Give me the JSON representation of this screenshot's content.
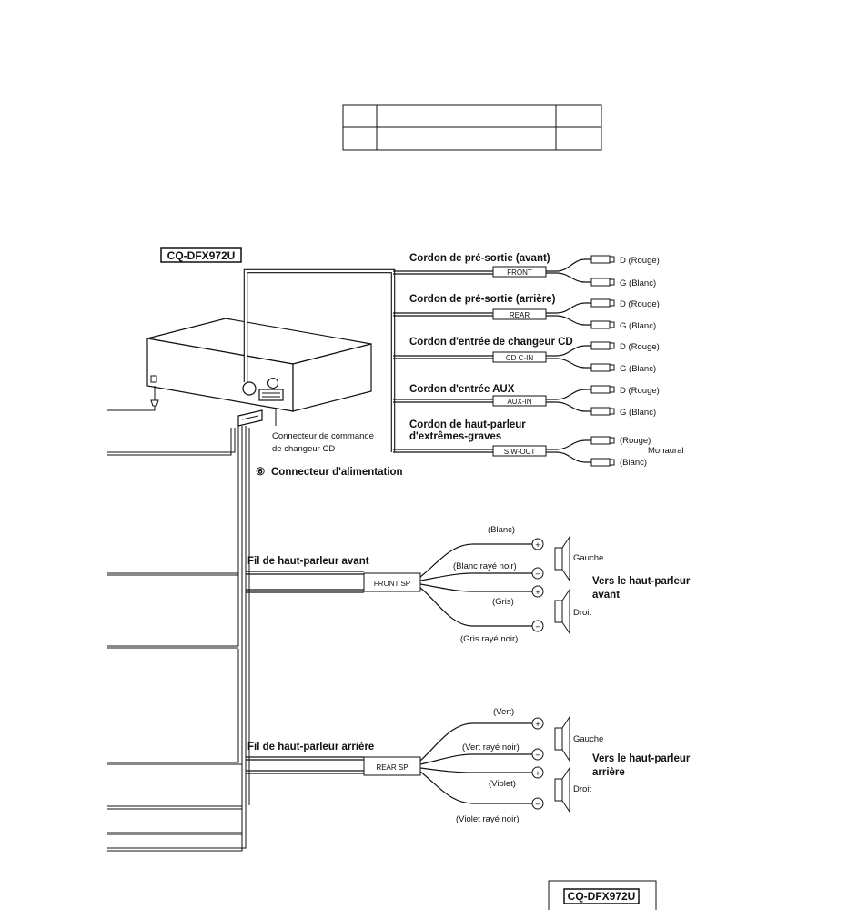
{
  "header_table": {
    "rows": [
      [
        "",
        "",
        ""
      ],
      [
        "",
        "",
        ""
      ]
    ]
  },
  "model": "CQ-DFX972U",
  "footer_model": "CQ-DFX972U",
  "preout_cords": [
    {
      "label": "Cordon de pré-sortie (avant)",
      "box": "FRONT",
      "right_label": "D (Rouge)",
      "left_label": "G (Blanc)"
    },
    {
      "label": "Cordon de pré-sortie (arrière)",
      "box": "REAR",
      "right_label": "D (Rouge)",
      "left_label": "G (Blanc)"
    },
    {
      "label": "Cordon d'entrée de changeur CD",
      "box": "CD C-IN",
      "right_label": "D (Rouge)",
      "left_label": "G (Blanc)"
    },
    {
      "label": "Cordon d'entrée AUX",
      "box": "AUX-IN",
      "right_label": "D (Rouge)",
      "left_label": "G (Blanc)"
    }
  ],
  "subwoofer_cord": {
    "label_line1": "Cordon de haut-parleur",
    "label_line2": "d'extrêmes-graves",
    "box": "S.W-OUT",
    "top_label": "(Rouge)",
    "bottom_label": "(Blanc)",
    "mono_label": "Monaural"
  },
  "changer_connector": {
    "line1": "Connecteur de commande",
    "line2": "de changeur CD"
  },
  "power_connector": {
    "marker": "⑥",
    "label": "Connecteur d'alimentation"
  },
  "front_speaker": {
    "label": "Fil de haut-parleur avant",
    "box": "FRONT SP",
    "wires": [
      "(Blanc)",
      "(Blanc rayé noir)",
      "(Gris)",
      "(Gris rayé noir)"
    ],
    "left": "Gauche",
    "right": "Droit",
    "dest_line1": "Vers le haut-parleur",
    "dest_line2": "avant"
  },
  "rear_speaker": {
    "label": "Fil de haut-parleur arrière",
    "box": "REAR SP",
    "wires": [
      "(Vert)",
      "(Vert rayé noir)",
      "(Violet)",
      "(Violet rayé noir)"
    ],
    "left": "Gauche",
    "right": "Droit",
    "dest_line1": "Vers le haut-parleur",
    "dest_line2": "arrière"
  },
  "symbols": {
    "plus": "+",
    "minus": "−"
  }
}
